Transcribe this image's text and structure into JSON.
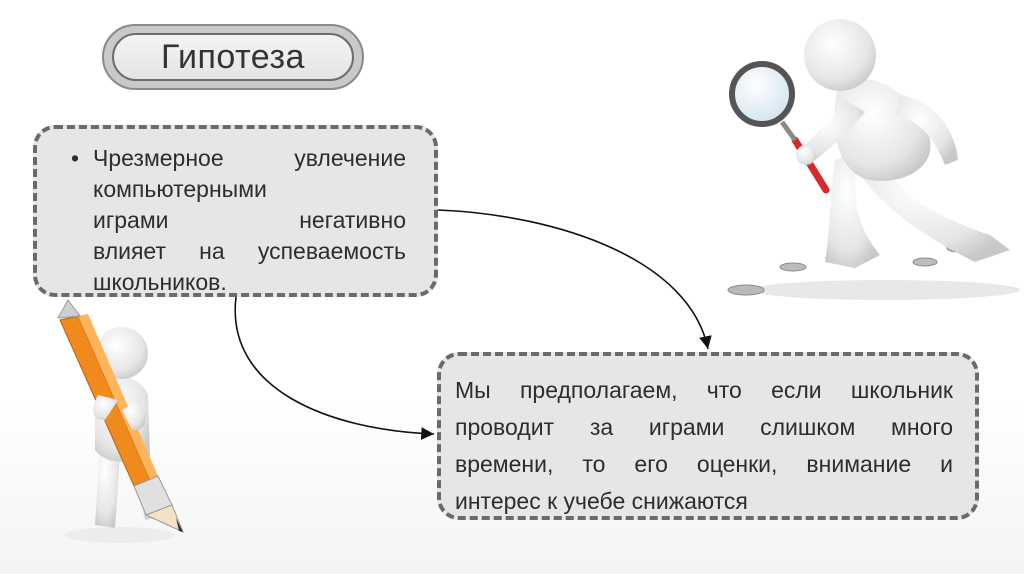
{
  "title": "Гипотеза",
  "hypothesis": {
    "bullet": "•",
    "lines": [
      "Чрезмерное увлечение",
      "компьютерными",
      "играми негативно",
      "влияет на успеваемость",
      "школьников."
    ]
  },
  "assumption": {
    "lines": [
      "Мы предполагаем, что если школьник",
      "проводит за играми слишком много",
      "времени, то его оценки, внимание и",
      "интерес к учебе снижаются"
    ]
  },
  "colors": {
    "box_fill": "#e6e6e6",
    "box_border": "#6a6a6a",
    "pencil_orange": "#f08a1c",
    "magnifier_handle": "#d62a2a"
  },
  "illustrations": [
    "figure-with-magnifier",
    "figure-with-pencil"
  ]
}
